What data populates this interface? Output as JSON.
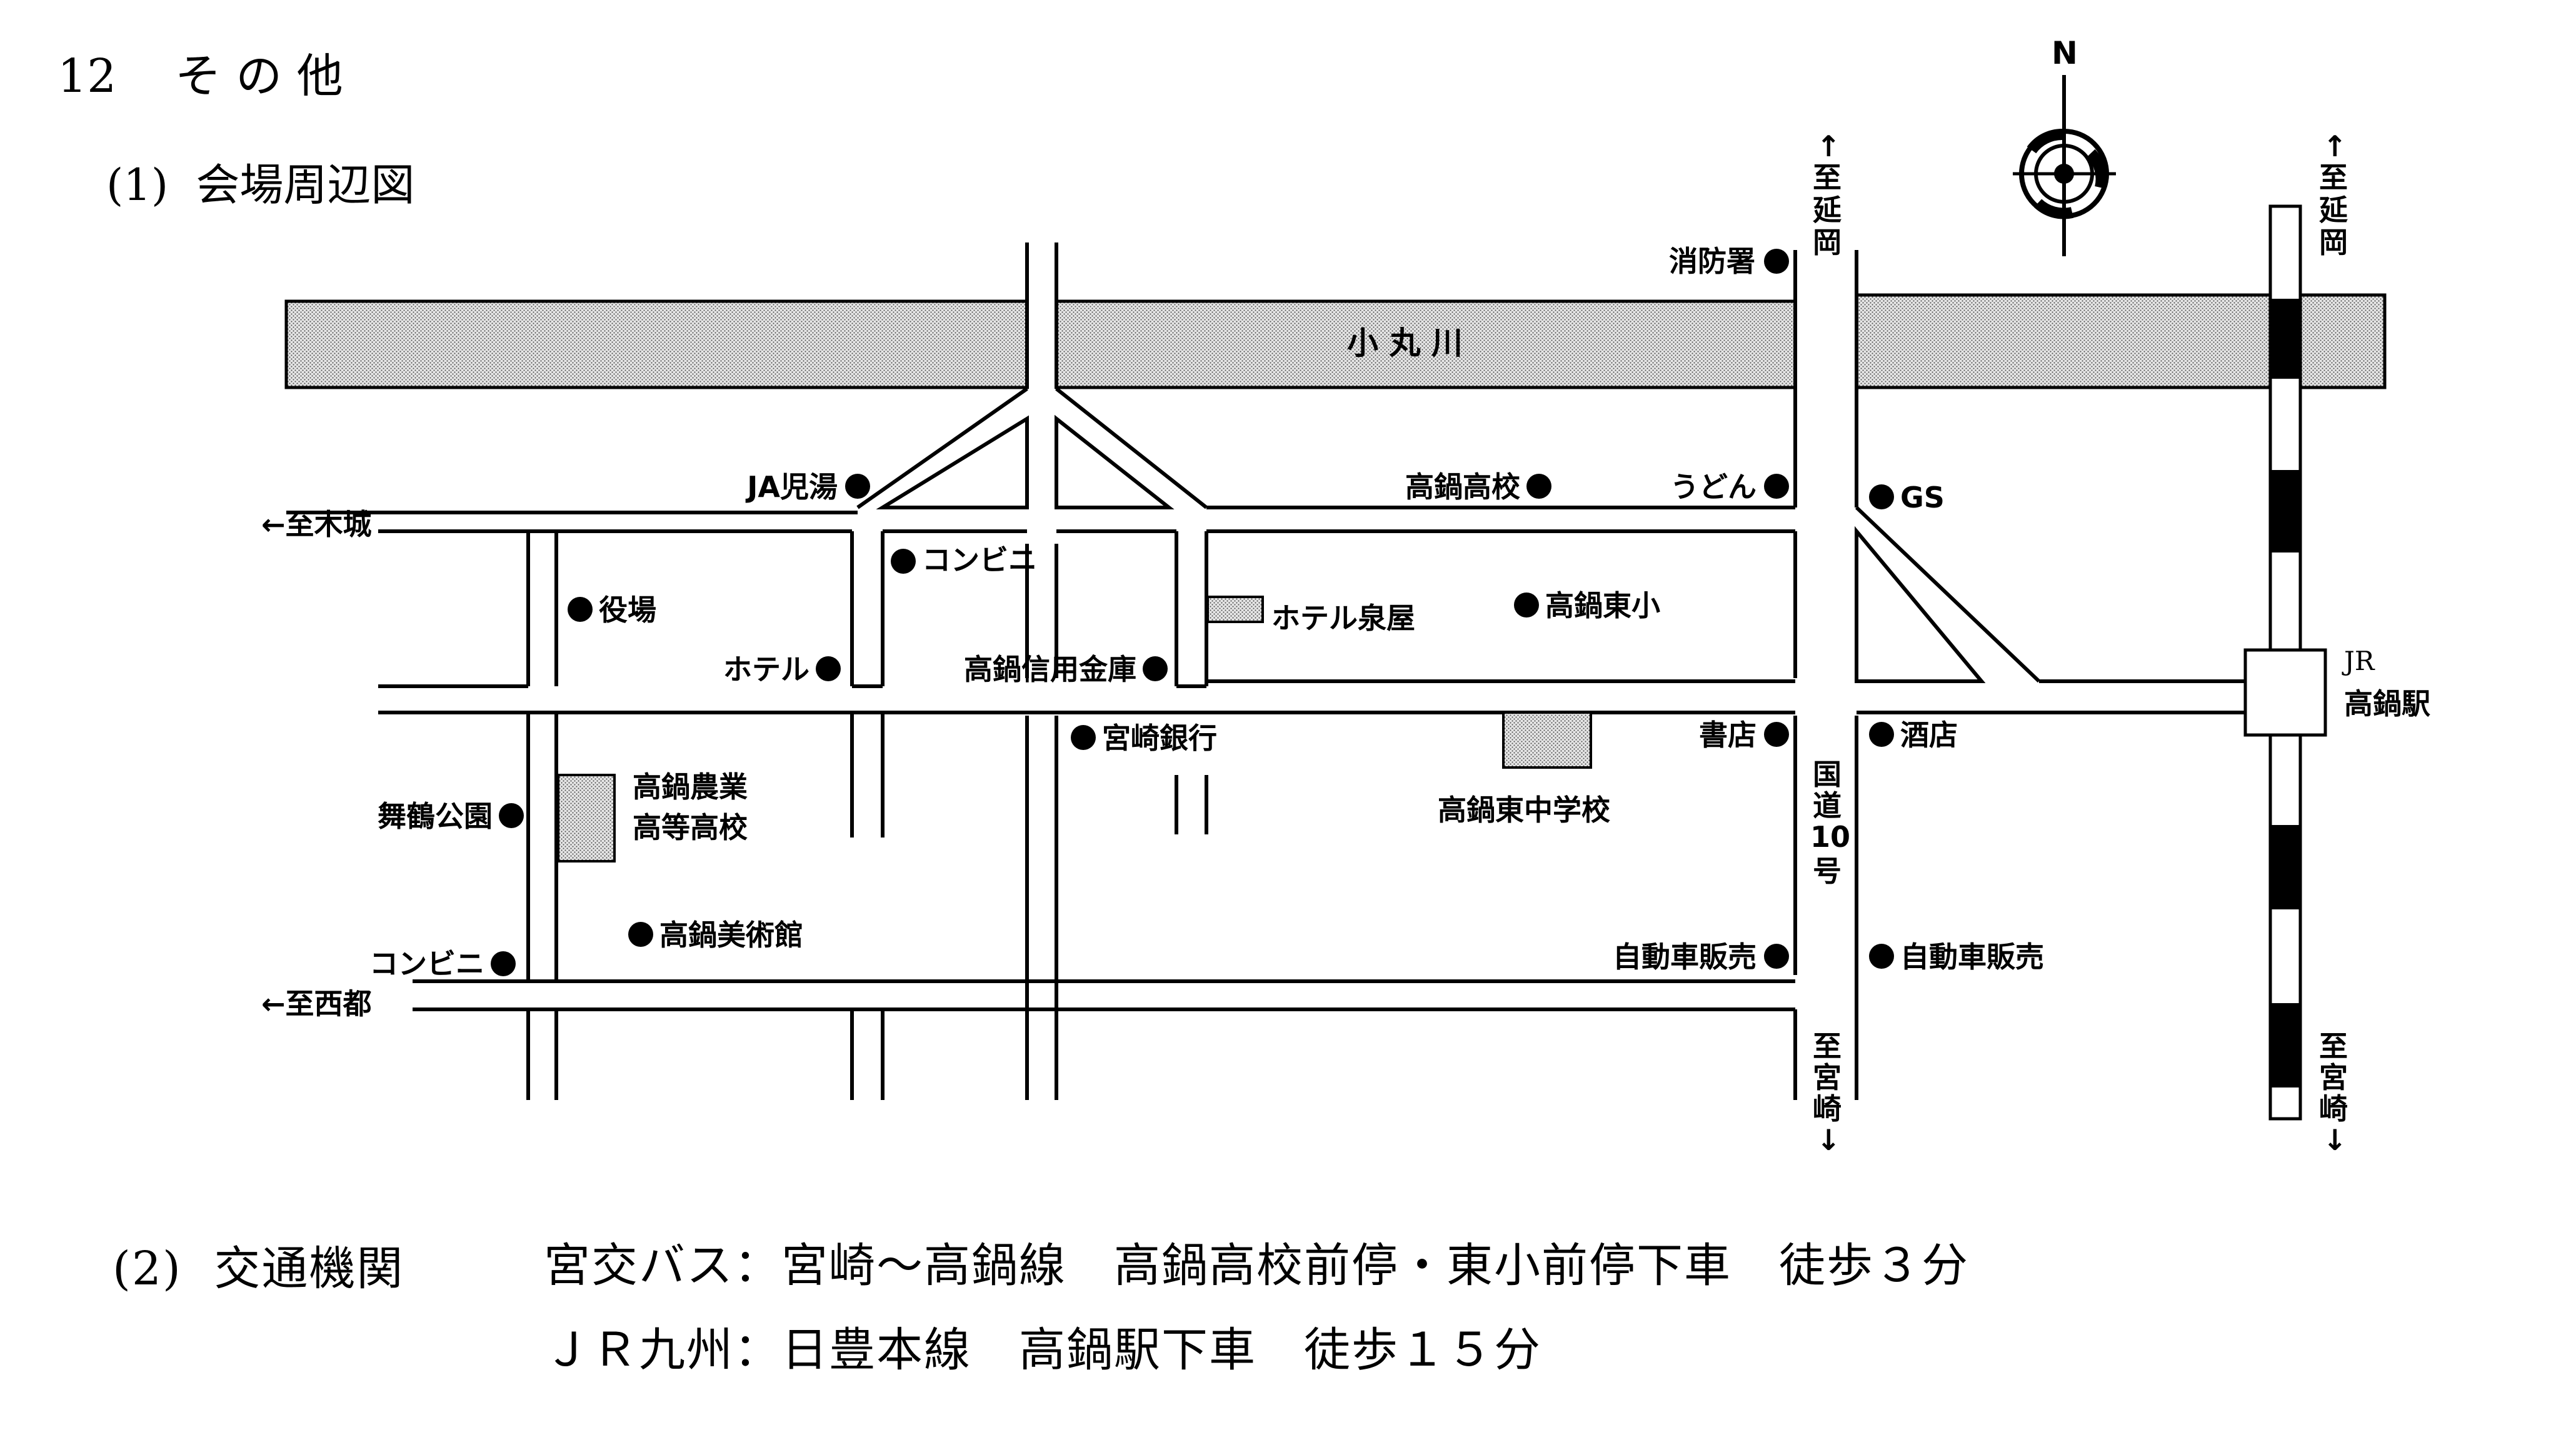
{
  "header": {
    "section_number": "12",
    "section_title": "そ の 他",
    "sub1_label": "(1)",
    "sub1_title": "会場周辺図"
  },
  "map": {
    "compass": "N",
    "river": "小 丸 川",
    "to_nobeoka_left": "至延岡",
    "to_nobeoka_right": "至延岡",
    "to_miyazaki_left": "至宮崎",
    "to_miyazaki_right": "至宮崎",
    "to_kijo": "至木城",
    "to_saito": "至西都",
    "national_route": "国道10号",
    "jr_label": "JR",
    "jr_station": "高鍋駅",
    "places": {
      "fire_station": "消防署",
      "ja_kotou": "JA児湯",
      "takanabe_high": "高鍋高校",
      "udon": "うどん",
      "gs": "GS",
      "convenience_1": "コンビニ",
      "town_office": "役場",
      "hotel_izumiya": "ホテル泉屋",
      "takanabe_east_elem": "高鍋東小",
      "hotel": "ホテル",
      "shinkin": "高鍋信用金庫",
      "miyazaki_bank": "宮崎銀行",
      "bookstore": "書店",
      "liquor": "酒店",
      "agri_high_line1": "高鍋農業",
      "agri_high_line2": "高等高校",
      "east_jhs": "高鍋東中学校",
      "maizuru_park": "舞鶴公園",
      "art_museum": "高鍋美術館",
      "convenience_2": "コンビニ",
      "car_dealer_1": "自動車販売",
      "car_dealer_2": "自動車販売"
    }
  },
  "transport": {
    "sub2_label": "(2)",
    "title": "交通機関",
    "bus_line": "宮交バス：宮崎～高鍋線　高鍋高校前停・東小前停下車　徒歩３分",
    "jr_line": "ＪＲ九州：日豊本線　高鍋駅下車　徒歩１５分"
  }
}
